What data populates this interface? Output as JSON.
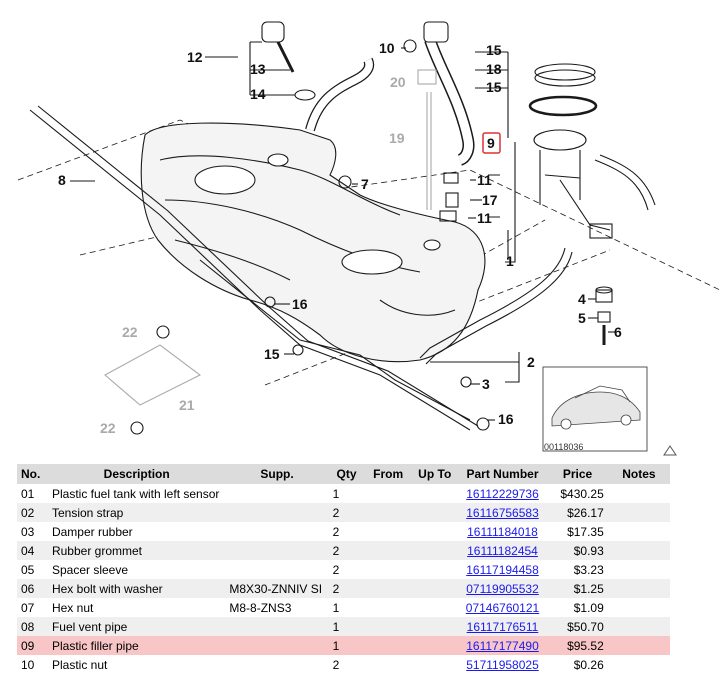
{
  "diagram": {
    "callouts": {
      "c1": "1",
      "c2": "2",
      "c3": "3",
      "c4": "4",
      "c5": "5",
      "c6": "6",
      "c7": "7",
      "c8": "8",
      "c9": "9",
      "c10": "10",
      "c11a": "11",
      "c11b": "11",
      "c12": "12",
      "c13": "13",
      "c14": "14",
      "c15a": "15",
      "c15b": "15",
      "c15c": "15",
      "c16a": "16",
      "c16b": "16",
      "c17": "17",
      "c18": "18",
      "c19": "19",
      "c20": "20",
      "c21": "21",
      "c22a": "22",
      "c22b": "22"
    },
    "thumbnail_code": "00118036",
    "colors": {
      "line": "#1a1a1a",
      "muted": "#aaaaaa",
      "highlight": "#e03030"
    }
  },
  "table": {
    "headers": {
      "no": "No.",
      "description": "Description",
      "supp": "Supp.",
      "qty": "Qty",
      "from": "From",
      "upto": "Up To",
      "part_number": "Part Number",
      "price": "Price",
      "notes": "Notes"
    },
    "rows": [
      {
        "no": "01",
        "description": "Plastic fuel tank with left sensor",
        "supp": "",
        "qty": "1",
        "from": "",
        "upto": "",
        "part_number": "16112229736",
        "price": "$430.25",
        "notes": ""
      },
      {
        "no": "02",
        "description": "Tension strap",
        "supp": "",
        "qty": "2",
        "from": "",
        "upto": "",
        "part_number": "16116756583",
        "price": "$26.17",
        "notes": ""
      },
      {
        "no": "03",
        "description": "Damper rubber",
        "supp": "",
        "qty": "2",
        "from": "",
        "upto": "",
        "part_number": "16111184018",
        "price": "$17.35",
        "notes": ""
      },
      {
        "no": "04",
        "description": "Rubber grommet",
        "supp": "",
        "qty": "2",
        "from": "",
        "upto": "",
        "part_number": "16111182454",
        "price": "$0.93",
        "notes": ""
      },
      {
        "no": "05",
        "description": "Spacer sleeve",
        "supp": "",
        "qty": "2",
        "from": "",
        "upto": "",
        "part_number": "16117194458",
        "price": "$3.23",
        "notes": ""
      },
      {
        "no": "06",
        "description": "Hex bolt with washer",
        "supp": "M8X30-ZNNIV SI",
        "qty": "2",
        "from": "",
        "upto": "",
        "part_number": "07119905532",
        "price": "$1.25",
        "notes": ""
      },
      {
        "no": "07",
        "description": "Hex nut",
        "supp": "M8-8-ZNS3",
        "qty": "1",
        "from": "",
        "upto": "",
        "part_number": "07146760121",
        "price": "$1.09",
        "notes": ""
      },
      {
        "no": "08",
        "description": "Fuel vent pipe",
        "supp": "",
        "qty": "1",
        "from": "",
        "upto": "",
        "part_number": "16117176511",
        "price": "$50.70",
        "notes": ""
      },
      {
        "no": "09",
        "description": "Plastic filler pipe",
        "supp": "",
        "qty": "1",
        "from": "",
        "upto": "",
        "part_number": "16117177490",
        "price": "$95.52",
        "notes": ""
      },
      {
        "no": "10",
        "description": "Plastic nut",
        "supp": "",
        "qty": "2",
        "from": "",
        "upto": "",
        "part_number": "51711958025",
        "price": "$0.26",
        "notes": ""
      }
    ]
  }
}
